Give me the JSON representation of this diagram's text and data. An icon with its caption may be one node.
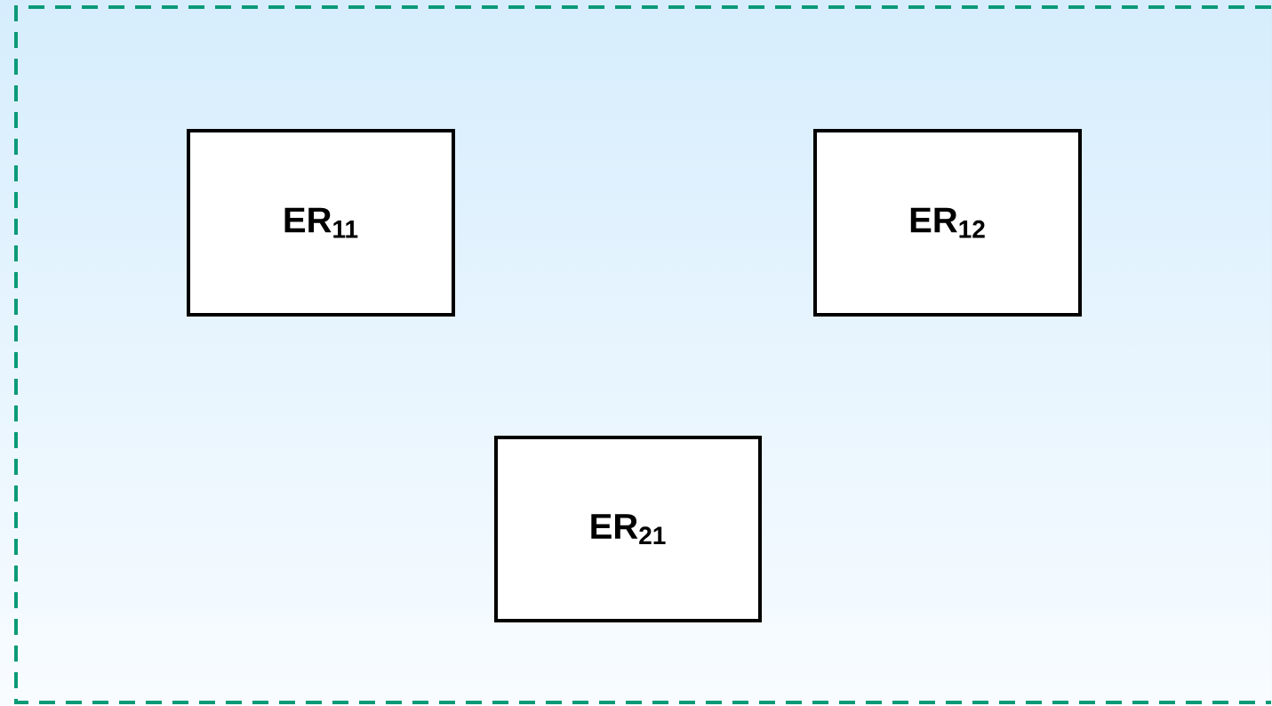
{
  "diagram": {
    "nodes": [
      {
        "text": [
          "ER$_{11}$"
        ]
      },
      {
        "text": [
          "ER$_{12}$"
        ]
      },
      {
        "text": [
          "ER$_{21}$"
        ]
      }
    ]
  }
}
